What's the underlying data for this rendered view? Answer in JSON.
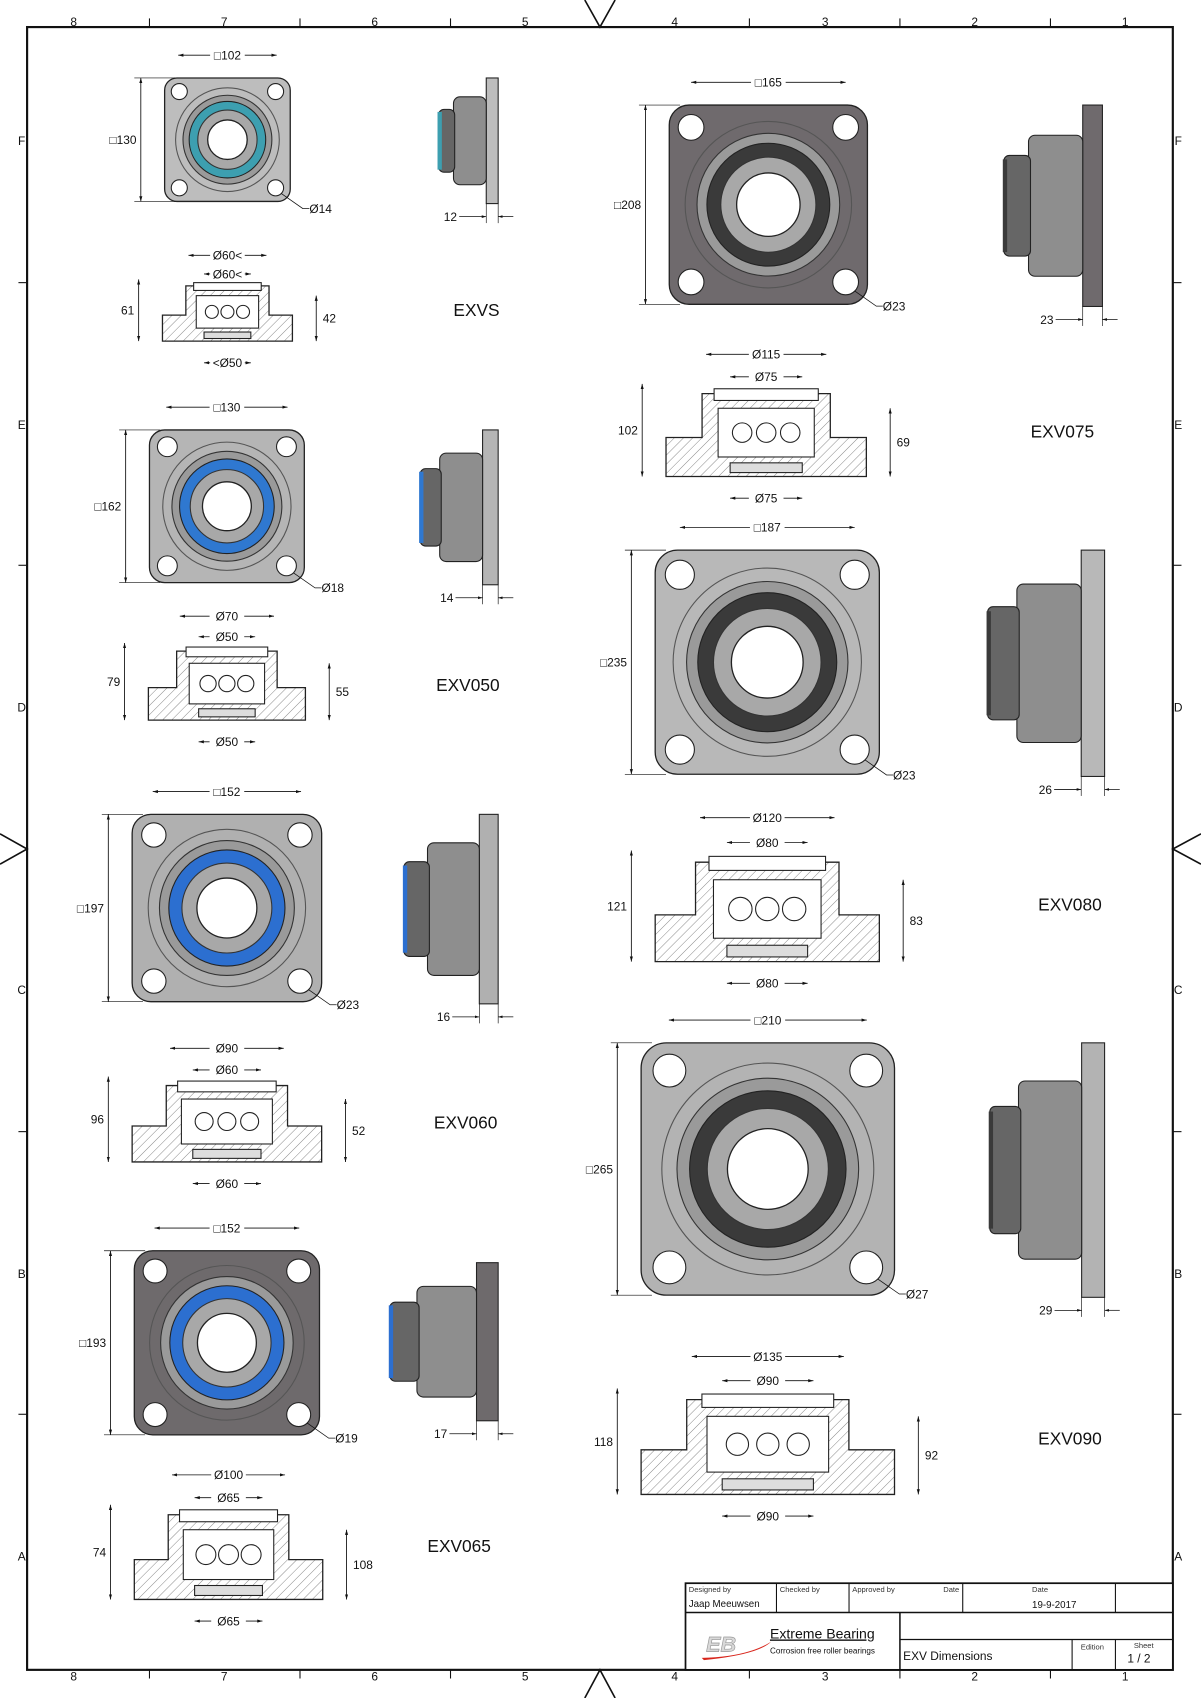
{
  "sheet": {
    "columns": [
      "8",
      "7",
      "6",
      "5",
      "4",
      "3",
      "2",
      "1"
    ],
    "rows": [
      "F",
      "E",
      "D",
      "C",
      "B",
      "A"
    ]
  },
  "models": [
    {
      "name": "EXVS",
      "flange_w": "□102",
      "flange_h": "□130",
      "hole": "Ø14",
      "side_t": "12",
      "sec_top1": "Ø60<",
      "sec_top2": "Ø60<",
      "sec_left": "61",
      "sec_right": "42",
      "sec_bottom": "<Ø50",
      "flange_color": "#bdbdbd",
      "ring_color": "#3d9fb0"
    },
    {
      "name": "EXV050",
      "flange_w": "□130",
      "flange_h": "□162",
      "hole": "Ø18",
      "side_t": "14",
      "sec_top1": "Ø70",
      "sec_top2": "Ø50",
      "sec_left": "79",
      "sec_right": "55",
      "sec_bottom": "Ø50",
      "flange_color": "#b5b5b5",
      "ring_color": "#2f78d0"
    },
    {
      "name": "EXV060",
      "flange_w": "□152",
      "flange_h": "□197",
      "hole": "Ø23",
      "side_t": "16",
      "sec_top1": "Ø90",
      "sec_top2": "Ø60",
      "sec_left": "96",
      "sec_right": "52",
      "sec_bottom": "Ø60",
      "flange_color": "#b0b0b0",
      "ring_color": "#2c6fd0"
    },
    {
      "name": "EXV065",
      "flange_w": "□152",
      "flange_h": "□193",
      "hole": "Ø19",
      "side_t": "17",
      "sec_top1": "Ø100",
      "sec_top2": "Ø65",
      "sec_left": "74",
      "sec_right": "108",
      "sec_bottom": "Ø65",
      "flange_color": "#6e6a6c",
      "ring_color": "#2c6fd0"
    },
    {
      "name": "EXV075",
      "flange_w": "□165",
      "flange_h": "□208",
      "hole": "Ø23",
      "side_t": "23",
      "sec_top1": "Ø115",
      "sec_top2": "Ø75",
      "sec_left": "102",
      "sec_right": "69",
      "sec_bottom": "Ø75",
      "flange_color": "#6f6a6d",
      "ring_color": "#3a3a3a"
    },
    {
      "name": "EXV080",
      "flange_w": "□187",
      "flange_h": "□235",
      "hole": "Ø23",
      "side_t": "26",
      "sec_top1": "Ø120",
      "sec_top2": "Ø80",
      "sec_left": "121",
      "sec_right": "83",
      "sec_bottom": "Ø80",
      "flange_color": "#b8b8b8",
      "ring_color": "#3a3a3a"
    },
    {
      "name": "EXV090",
      "flange_w": "□210",
      "flange_h": "□265",
      "hole": "Ø27",
      "side_t": "29",
      "sec_top1": "Ø135",
      "sec_top2": "Ø90",
      "sec_left": "118",
      "sec_right": "92",
      "sec_bottom": "Ø90",
      "flange_color": "#b3b3b3",
      "ring_color": "#3a3a3a"
    }
  ],
  "title_block": {
    "designed_by_label": "Designed by",
    "designed_by": "Jaap Meeuwsen",
    "checked_by_label": "Checked by",
    "approved_by_label": "Approved by",
    "date_label_1": "Date",
    "date_label_2": "Date",
    "date": "19-9-2017",
    "company": "Extreme Bearing",
    "tagline": "Corrosion free roller bearings",
    "logo_text": "EB",
    "drawing_title": "EXV Dimensions",
    "edition_label": "Edition",
    "sheet_label": "Sheet",
    "sheet": "1 / 2"
  }
}
